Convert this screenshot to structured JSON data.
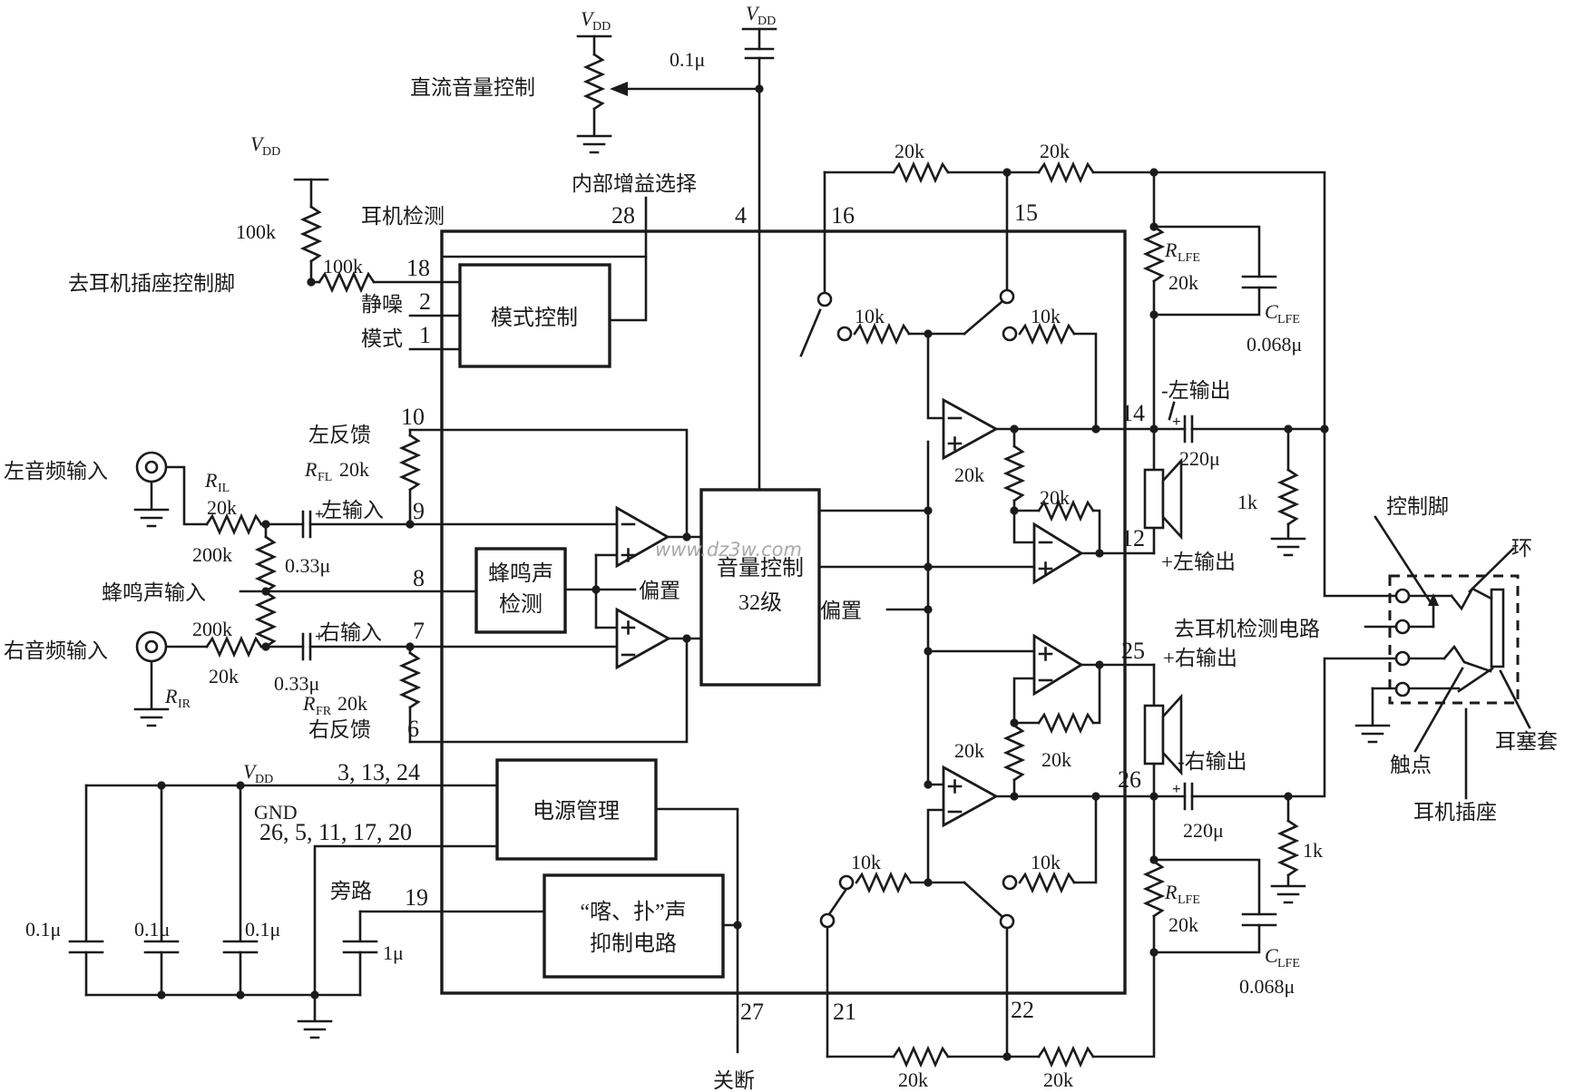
{
  "colors": {
    "ink": "#1b1b1b",
    "paper": "#ffffff",
    "watermark": "#a9a9a9"
  },
  "watermark": "www.dz3w.com",
  "pins": {
    "n18": "18",
    "n2": "2",
    "n1": "1",
    "n10": "10",
    "n9": "9",
    "n8": "8",
    "n7": "7",
    "n6": "6",
    "n19": "19",
    "n28": "28",
    "n4": "4",
    "n16": "16",
    "n15": "15",
    "n14": "14",
    "n12": "12",
    "n25": "25",
    "n26": "26",
    "n27": "27",
    "n21": "21",
    "n22": "22",
    "vdd_pins": "3, 13, 24",
    "gnd_pins": "26, 5, 11, 17, 20"
  },
  "blocks": {
    "mode_ctrl": "模式控制",
    "buzz_det_1": "蜂鸣声",
    "buzz_det_2": "检测",
    "vol_1": "音量控制",
    "vol_2": "32级",
    "power_mgmt": "电源管理",
    "pop_1": "“喀、扑”声",
    "pop_2": "抑制电路"
  },
  "labels": {
    "dc_volume": "直流音量控制",
    "internal_gain": "内部增益选择",
    "hp_detect": "耳机检测",
    "to_jack_ctrl": "去耳机插座控制脚",
    "mute": "静噪",
    "mode": "模式",
    "left_fb": "左反馈",
    "left_in": "左输入",
    "left_audio": "左音频输入",
    "buzzer_in": "蜂鸣声输入",
    "right_in": "右输入",
    "right_audio": "右音频输入",
    "right_fb": "右反馈",
    "gnd": "GND",
    "bypass": "旁路",
    "bias": "偏置",
    "bias2": "偏置",
    "shutdown": "关断",
    "out_l_neg": "-左输出",
    "out_l_pos": "+左输出",
    "out_r_pos": "+右输出",
    "out_r_neg": "-右输出",
    "to_hp_detect": "去耳机检测电路",
    "control_pin": "控制脚",
    "ring": "环",
    "contact": "触点",
    "sleeve": "耳塞套",
    "hp_jack": "耳机插座"
  },
  "values": {
    "r100k": "100k",
    "r20k": "20k",
    "r10k": "10k",
    "r200k": "200k",
    "r1k": "1k",
    "c01": "0.1μ",
    "c033": "0.33μ",
    "c220": "220μ",
    "c1u": "1μ",
    "c_lfe_val": "0.068μ",
    "plus": "+"
  },
  "subs": {
    "V": "V",
    "DD": "DD",
    "R": "R",
    "C": "C",
    "IL": "IL",
    "IR": "IR",
    "FL": "FL",
    "FR": "FR",
    "LFE": "LFE"
  }
}
